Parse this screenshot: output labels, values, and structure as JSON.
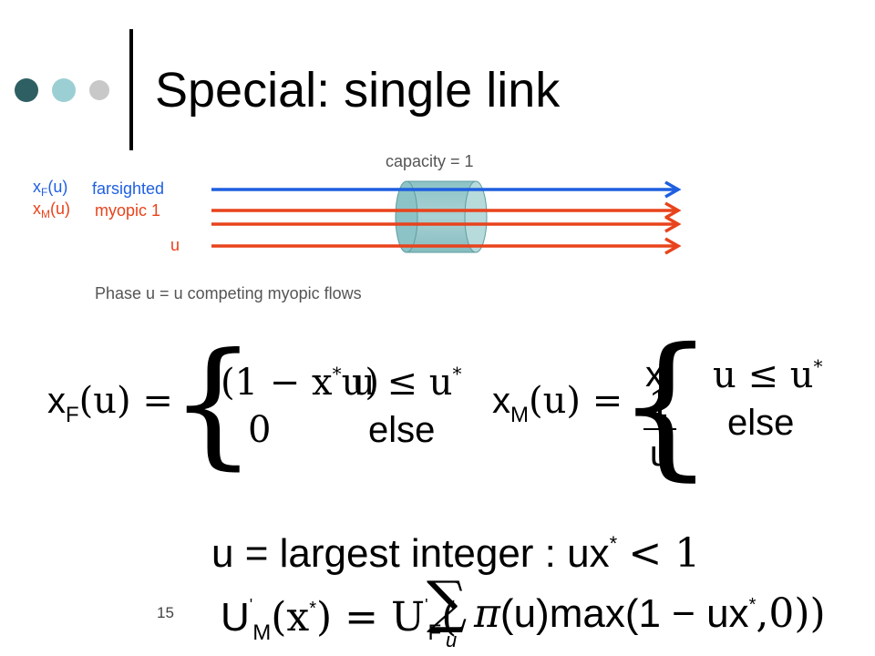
{
  "colors": {
    "accent_dark": "#2e5f63",
    "accent_light": "#9ccfd3",
    "accent_gray": "#c8c8c8",
    "farsighted": "#1f5fe0",
    "myopic": "#e8431c",
    "pipe": "#96c7c9"
  },
  "slide": {
    "title": "Special: single link",
    "page_number": "15"
  },
  "diagram": {
    "capacity_label": "capacity = 1",
    "xF_base": "x",
    "xF_sub": "F",
    "xF_arg": "(u)",
    "farsighted_label": "farsighted",
    "xM_base": "x",
    "xM_sub": "M",
    "xM_arg": "(u)",
    "myopic_label": "myopic 1",
    "u_label": "u",
    "phase_caption": "Phase u = u competing myopic flows"
  },
  "equations": {
    "xF": {
      "lhs_x": "x",
      "lhs_sub": "F",
      "lhs_rest": "(u) =",
      "case1_value": "(1 − x",
      "case1_star": "*",
      "case1_tail": "u)",
      "case1_cond": "u ≤ u",
      "case1_cond_star": "*",
      "case2_value": "0",
      "case2_cond": "else"
    },
    "xM": {
      "lhs_x": "x",
      "lhs_sub": "M",
      "lhs_rest": "(u) =",
      "case1_value": "x",
      "case1_star": "*",
      "case1_cond": "u ≤ u",
      "case1_cond_star": "*",
      "frac_num": "1",
      "frac_den": "u",
      "case2_cond": "else"
    },
    "u_def": {
      "text": "u = largest integer : ux",
      "star": "*",
      "tail": "< 1"
    },
    "marginal": {
      "lhs_U": "U",
      "lhs_prime": "'",
      "lhs_sub": "M",
      "lhs_arg": "(x",
      "lhs_star": "*",
      "lhs_close": ") = U",
      "rhs_prime": "'",
      "rhs_sub": "F",
      "rhs_open": "(",
      "sum": "∑",
      "sum_index": "u",
      "pi": "π",
      "tail": "(u)max(1 − ux",
      "tail_star": "*",
      "tail_end": ",0))"
    }
  }
}
